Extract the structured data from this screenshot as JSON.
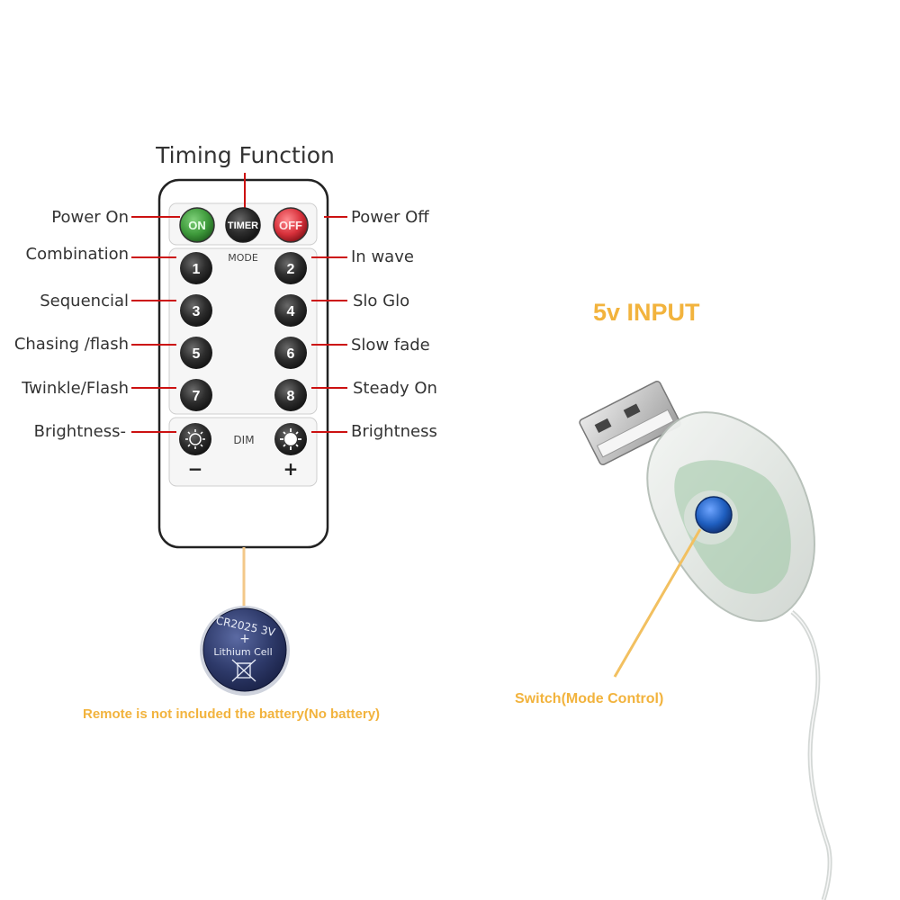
{
  "remote": {
    "title": "Timing Function",
    "top_buttons": {
      "on": "ON",
      "timer": "TIMER",
      "off": "OFF"
    },
    "mode_label": "MODE",
    "number_buttons": [
      "1",
      "2",
      "3",
      "4",
      "5",
      "6",
      "7",
      "8"
    ],
    "dim_label": "DIM",
    "minus": "−",
    "plus": "+",
    "left_labels": [
      "Power On",
      "Combination",
      "Sequencial",
      "Chasing /flash",
      "Twinkle/Flash",
      "Brightness-"
    ],
    "right_labels": [
      "Power Off",
      "In wave",
      "Slo Glo",
      "Slow fade",
      "Steady On",
      "Brightness"
    ]
  },
  "battery": {
    "model": "CR2025 3V",
    "plus": "+",
    "type": "Lithium Cell",
    "note": "Remote is not included the battery(No battery)"
  },
  "usb": {
    "input_label": "5v INPUT",
    "switch_label": "Switch(Mode Control)"
  },
  "colors": {
    "accent": "#f2b33d",
    "leader_line": "#cc1111",
    "button_dark": "#2b2b2b",
    "button_on": "#3e9a3b",
    "button_off": "#d8313b",
    "switch_blue": "#1f5fc0"
  }
}
